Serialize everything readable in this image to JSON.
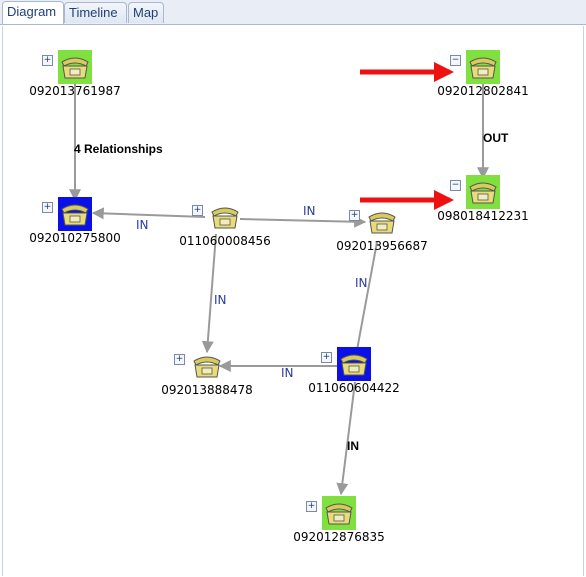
{
  "tabs": [
    {
      "label": "Diagram",
      "active": true
    },
    {
      "label": "Timeline",
      "active": false
    },
    {
      "label": "Map",
      "active": false
    }
  ],
  "nodes": [
    {
      "id": "n1",
      "number": "092013761987",
      "tile": "green",
      "toggle": "+"
    },
    {
      "id": "n2",
      "number": "092012802841",
      "tile": "green",
      "toggle": "−"
    },
    {
      "id": "n3",
      "number": "098018412231",
      "tile": "green",
      "toggle": "−"
    },
    {
      "id": "n4",
      "number": "092010275800",
      "tile": "blue",
      "toggle": "+"
    },
    {
      "id": "n5",
      "number": "011060008456",
      "tile": "none",
      "toggle": "+"
    },
    {
      "id": "n6",
      "number": "092013956687",
      "tile": "none",
      "toggle": "+"
    },
    {
      "id": "n7",
      "number": "092013888478",
      "tile": "none",
      "toggle": "+"
    },
    {
      "id": "n8",
      "number": "011060604422",
      "tile": "blue",
      "toggle": "+"
    },
    {
      "id": "n9",
      "number": "092012876835",
      "tile": "green",
      "toggle": "+"
    }
  ],
  "edge_labels": {
    "relationships": "4 Relationships",
    "out": "OUT",
    "in_n5_n4": "IN",
    "in_n5_n6": "IN",
    "in_n5_n7": "IN",
    "in_n6_n8": "IN",
    "in_n8_n7": "IN",
    "in_n8_n9": "IN"
  },
  "icons": {
    "phone": "phone-icon",
    "arrow": "red-arrow-icon"
  },
  "colors": {
    "green_tile": "#7fe040",
    "blue_tile": "#0a10e6",
    "edge": "#9a9a9a",
    "highlight_arrow": "#ee1111",
    "in_label": "#2a3aa0"
  }
}
